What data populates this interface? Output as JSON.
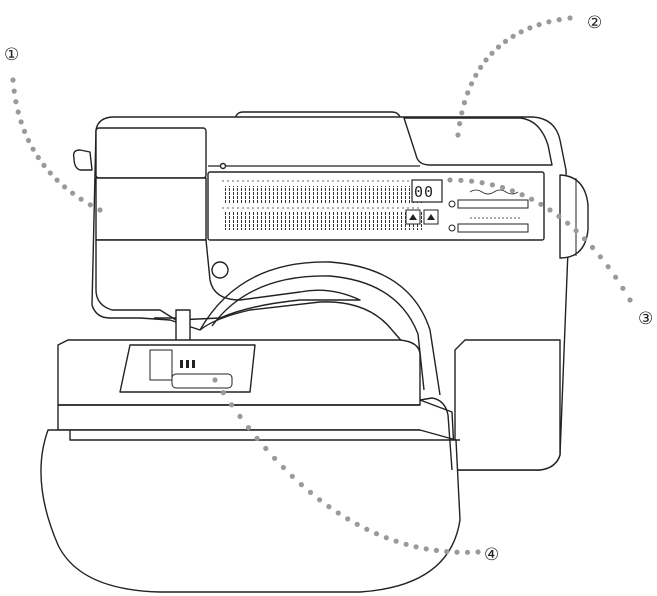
{
  "callouts": [
    {
      "id": "1",
      "label": "①"
    },
    {
      "id": "2",
      "label": "②"
    },
    {
      "id": "3",
      "label": "③"
    },
    {
      "id": "4",
      "label": "④"
    }
  ],
  "display": {
    "value": "00"
  },
  "colors": {
    "line": "#222222",
    "dots": "#9a9a9a",
    "body": "#ffffff"
  }
}
